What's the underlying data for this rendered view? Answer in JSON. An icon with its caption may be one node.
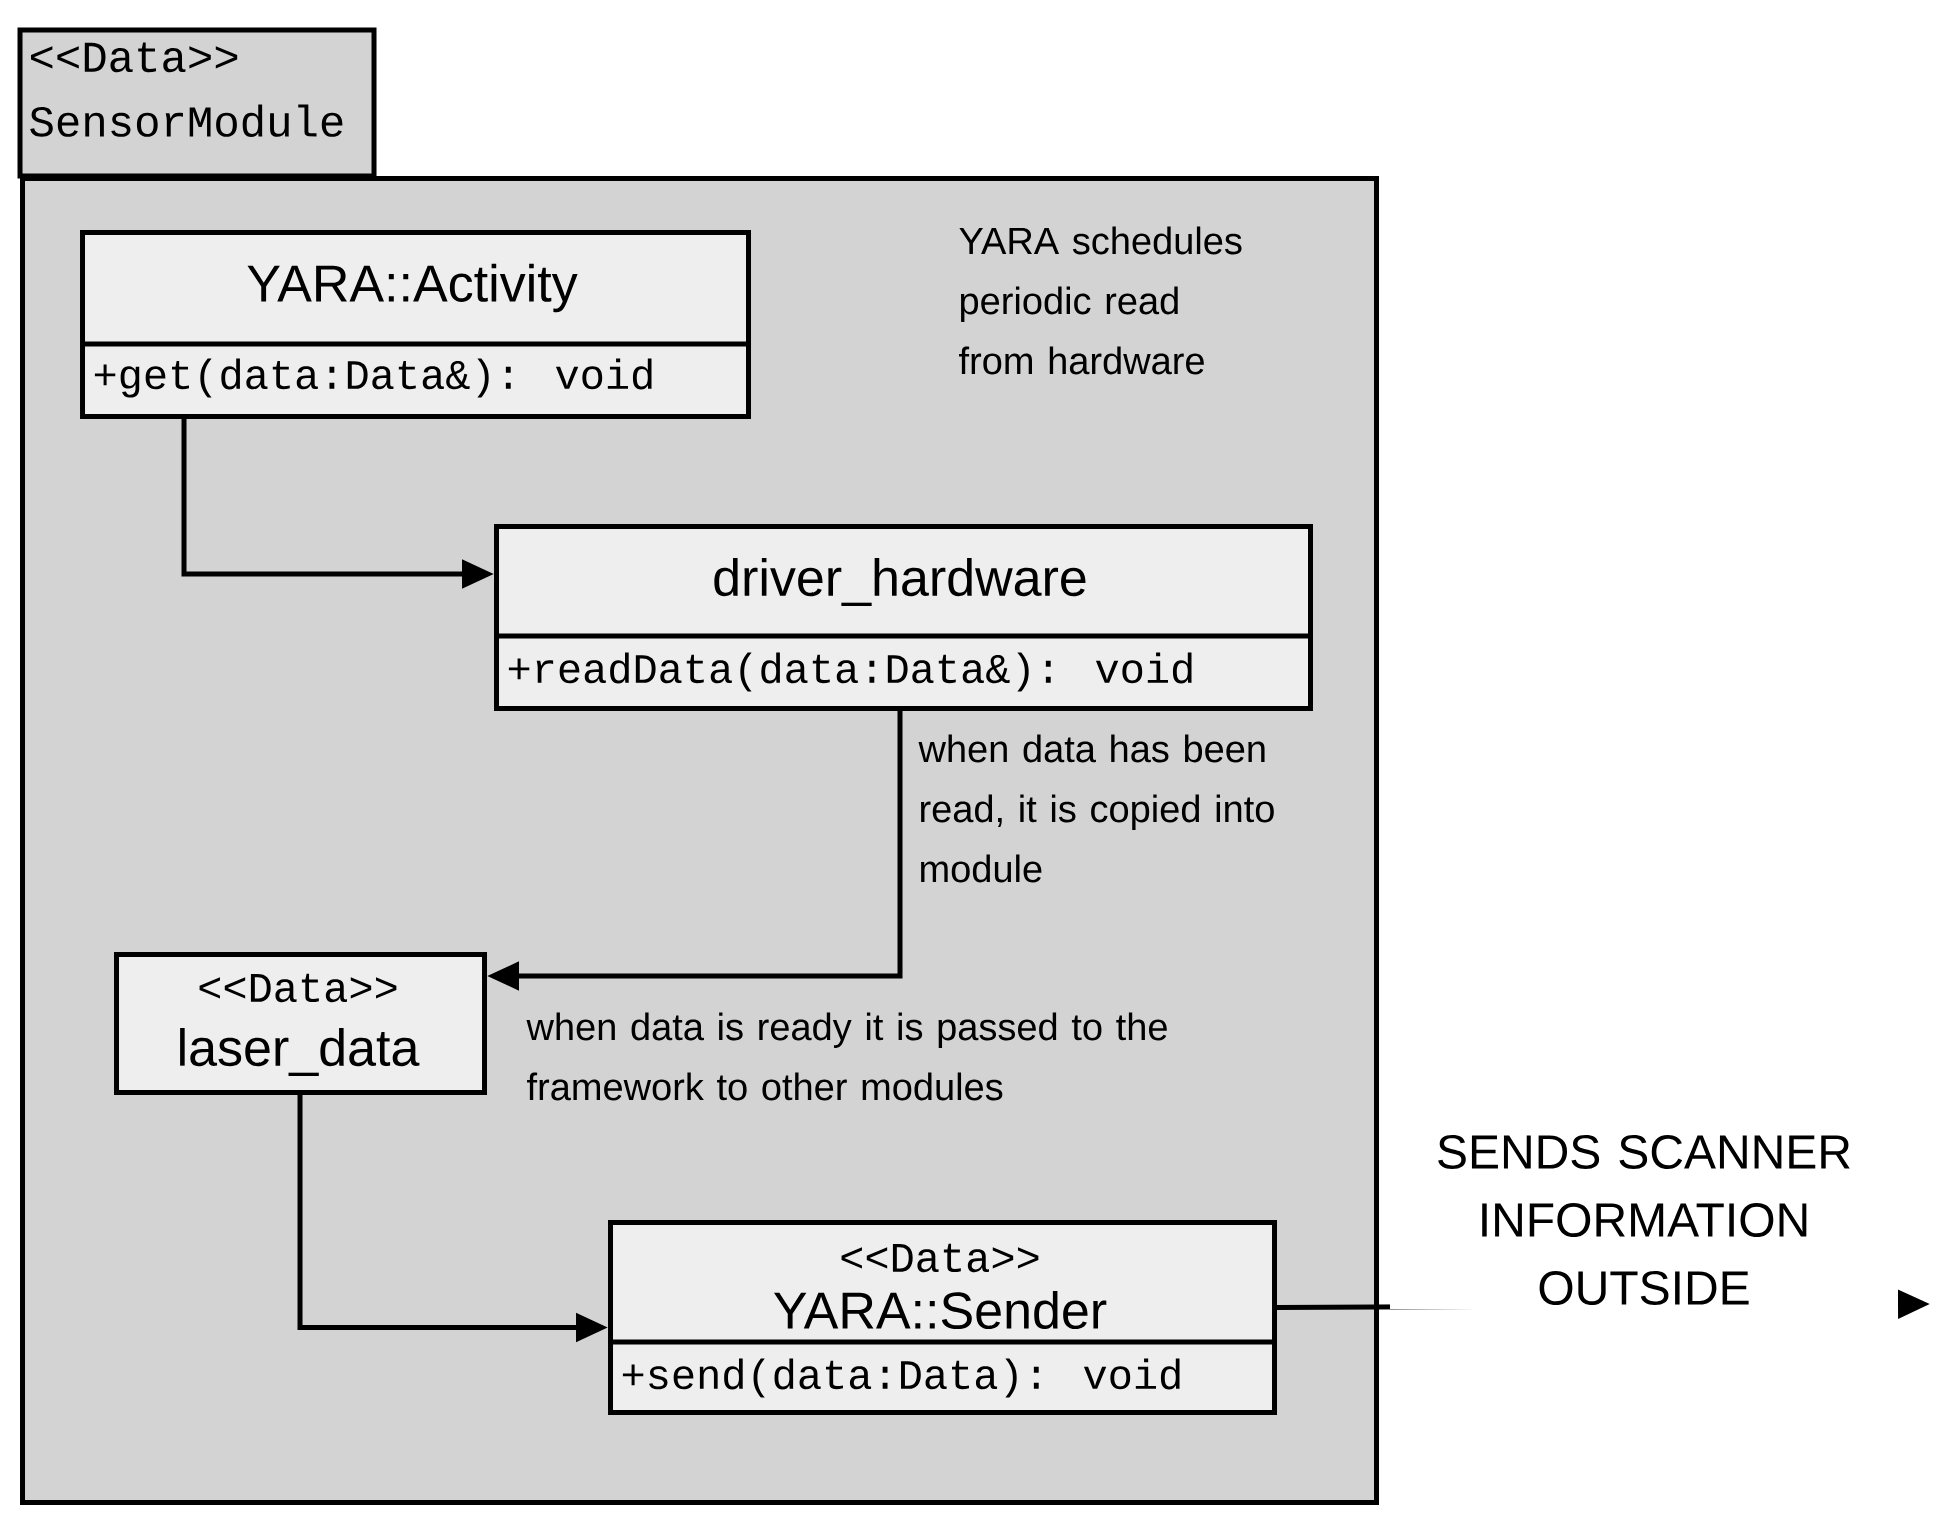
{
  "diagram": {
    "nodes": [
      {
        "text": [
          "<<Data>>",
          "SensorModule"
        ]
      },
      {
        "text": [
          "YARA::Activity",
          "+get(data:Data&): void"
        ],
        "in": 0
      },
      {
        "text": [
          "driver_hardware",
          "+readData(data:Data&): void"
        ],
        "in": 0
      },
      {
        "text": [
          "<<Data>>",
          "laser_data"
        ],
        "in": 0
      },
      {
        "text": [
          "<<Data>>",
          "YARA::Sender",
          "+send(data:Data): void"
        ],
        "in": 0
      }
    ],
    "edges": [
      {
        "from": 1,
        "to": 2,
        "arrow": "to"
      },
      {
        "from": 2,
        "to": 3,
        "arrow": "to"
      },
      {
        "from": 3,
        "to": 4,
        "arrow": "to"
      },
      {
        "from": 4,
        "to": null,
        "arrow": "to",
        "label": "SENDS SCANNER INFORMATION OUTSIDE"
      }
    ],
    "labels": [
      "YARA schedules periodic read from hardware",
      "when data has been read, it is copied into module",
      "when data is ready it is passed to the framework to other modules"
    ]
  }
}
